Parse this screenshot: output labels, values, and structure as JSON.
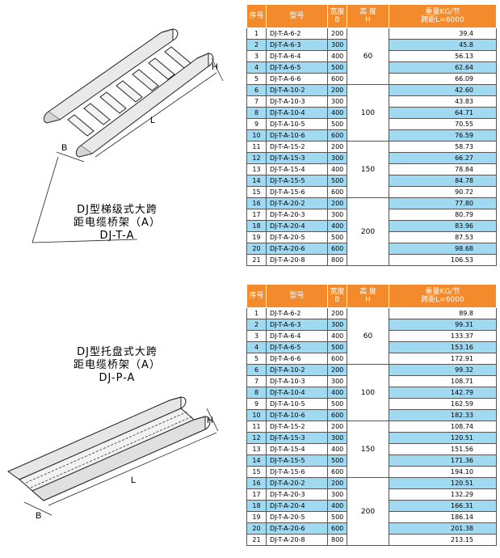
{
  "ladder": {
    "title_line1": "DJ型梯级式大跨",
    "title_line2": "距电缆桥架（A）",
    "title_line3": "DJ-T-A",
    "dim_h": "H",
    "dim_l": "L",
    "dim_b": "B"
  },
  "tray": {
    "title_line1": "DJ型托盘式大跨",
    "title_line2": "距电缆桥架（A）",
    "title_line3": "DJ-P-A",
    "dim_h": "H",
    "dim_l": "L",
    "dim_b": "B"
  },
  "table1": {
    "headers": {
      "no": "序号",
      "model": "型号",
      "width_1": "宽度",
      "width_2": "B",
      "height_1": "高 度",
      "height_2": "H",
      "weight_1": "重量KG/节",
      "weight_2": "跨距L=6000"
    },
    "rows": [
      {
        "no": "1",
        "model": "DJ-T-A-6-2",
        "width": "200",
        "weight": "39.4"
      },
      {
        "no": "2",
        "model": "DJ-T-A-6-3",
        "width": "300",
        "weight": "45.8"
      },
      {
        "no": "3",
        "model": "DJ-T-A-6-4",
        "width": "400",
        "weight": "56.13"
      },
      {
        "no": "4",
        "model": "DJ-T-A-6-5",
        "width": "500",
        "weight": "62.64"
      },
      {
        "no": "5",
        "model": "DJ-T-A-6-6",
        "width": "600",
        "weight": "66.09"
      },
      {
        "no": "6",
        "model": "DJ-T-A-10-2",
        "width": "200",
        "weight": "42.60"
      },
      {
        "no": "7",
        "model": "DJ-T-A-10-3",
        "width": "300",
        "weight": "43.83"
      },
      {
        "no": "8",
        "model": "DJ-T-A-10-4",
        "width": "400",
        "weight": "64.71"
      },
      {
        "no": "9",
        "model": "DJ-T-A-10-5",
        "width": "500",
        "weight": "70.55"
      },
      {
        "no": "10",
        "model": "DJ-T-A-10-6",
        "width": "600",
        "weight": "76.59"
      },
      {
        "no": "11",
        "model": "DJ-T-A-15-2",
        "width": "200",
        "weight": "58.73"
      },
      {
        "no": "12",
        "model": "DJ-T-A-15-3",
        "width": "300",
        "weight": "66.27"
      },
      {
        "no": "13",
        "model": "DJ-T-A-15-4",
        "width": "400",
        "weight": "78.84"
      },
      {
        "no": "14",
        "model": "DJ-T-A-15-5",
        "width": "500",
        "weight": "84.78"
      },
      {
        "no": "15",
        "model": "DJ-T-A-15-6",
        "width": "600",
        "weight": "90.72"
      },
      {
        "no": "16",
        "model": "DJ-T-A-20-2",
        "width": "200",
        "weight": "77.80"
      },
      {
        "no": "17",
        "model": "DJ-T-A-20-3",
        "width": "300",
        "weight": "80.79"
      },
      {
        "no": "18",
        "model": "DJ-T-A-20-4",
        "width": "400",
        "weight": "83.96"
      },
      {
        "no": "19",
        "model": "DJ-T-A-20-5",
        "width": "500",
        "weight": "87.53"
      },
      {
        "no": "20",
        "model": "DJ-T-A-20-6",
        "width": "600",
        "weight": "98.68"
      },
      {
        "no": "21",
        "model": "DJ-T-A-20-8",
        "width": "800",
        "weight": "106.53"
      }
    ],
    "heights": [
      "60",
      "100",
      "150",
      "200"
    ]
  },
  "table2": {
    "headers": {
      "no": "序号",
      "model": "型号",
      "width_1": "宽度",
      "width_2": "B",
      "height_1": "高 度",
      "height_2": "H",
      "weight_1": "重量KG/节",
      "weight_2": "跨距L=6000"
    },
    "rows": [
      {
        "no": "1",
        "model": "DJ-T-A-6-2",
        "width": "200",
        "weight": "89.8"
      },
      {
        "no": "2",
        "model": "DJ-T-A-6-3",
        "width": "300",
        "weight": "99.31"
      },
      {
        "no": "3",
        "model": "DJ-T-A-6-4",
        "width": "400",
        "weight": "133.37"
      },
      {
        "no": "4",
        "model": "DJ-T-A-6-5",
        "width": "500",
        "weight": "153.16"
      },
      {
        "no": "5",
        "model": "DJ-T-A-6-6",
        "width": "600",
        "weight": "172.91"
      },
      {
        "no": "6",
        "model": "DJ-T-A-10-2",
        "width": "200",
        "weight": "99.32"
      },
      {
        "no": "7",
        "model": "DJ-T-A-10-3",
        "width": "300",
        "weight": "108.71"
      },
      {
        "no": "8",
        "model": "DJ-T-A-10-4",
        "width": "400",
        "weight": "142.79"
      },
      {
        "no": "9",
        "model": "DJ-T-A-10-5",
        "width": "500",
        "weight": "162.59"
      },
      {
        "no": "10",
        "model": "DJ-T-A-10-6",
        "width": "600",
        "weight": "182.33"
      },
      {
        "no": "11",
        "model": "DJ-T-A-15-2",
        "width": "200",
        "weight": "108.74"
      },
      {
        "no": "12",
        "model": "DJ-T-A-15-3",
        "width": "300",
        "weight": "120.51"
      },
      {
        "no": "13",
        "model": "DJ-T-A-15-4",
        "width": "400",
        "weight": "151.56"
      },
      {
        "no": "14",
        "model": "DJ-T-A-15-5",
        "width": "500",
        "weight": "171.36"
      },
      {
        "no": "15",
        "model": "DJ-T-A-15-6",
        "width": "600",
        "weight": "194.10"
      },
      {
        "no": "16",
        "model": "DJ-T-A-20-2",
        "width": "200",
        "weight": "120.51"
      },
      {
        "no": "17",
        "model": "DJ-T-A-20-3",
        "width": "300",
        "weight": "132.29"
      },
      {
        "no": "18",
        "model": "DJ-T-A-20-4",
        "width": "400",
        "weight": "166.31"
      },
      {
        "no": "19",
        "model": "DJ-T-A-20-5",
        "width": "500",
        "weight": "186.14"
      },
      {
        "no": "20",
        "model": "DJ-T-A-20-6",
        "width": "600",
        "weight": "201.38"
      },
      {
        "no": "21",
        "model": "DJ-T-A-20-8",
        "width": "800",
        "weight": "213.15"
      }
    ],
    "heights": [
      "60",
      "100",
      "150",
      "200"
    ]
  },
  "colors": {
    "header_orange": "#f38a2b",
    "row_highlight_blue": "#9fd9f2",
    "line_grey": "#555555"
  }
}
